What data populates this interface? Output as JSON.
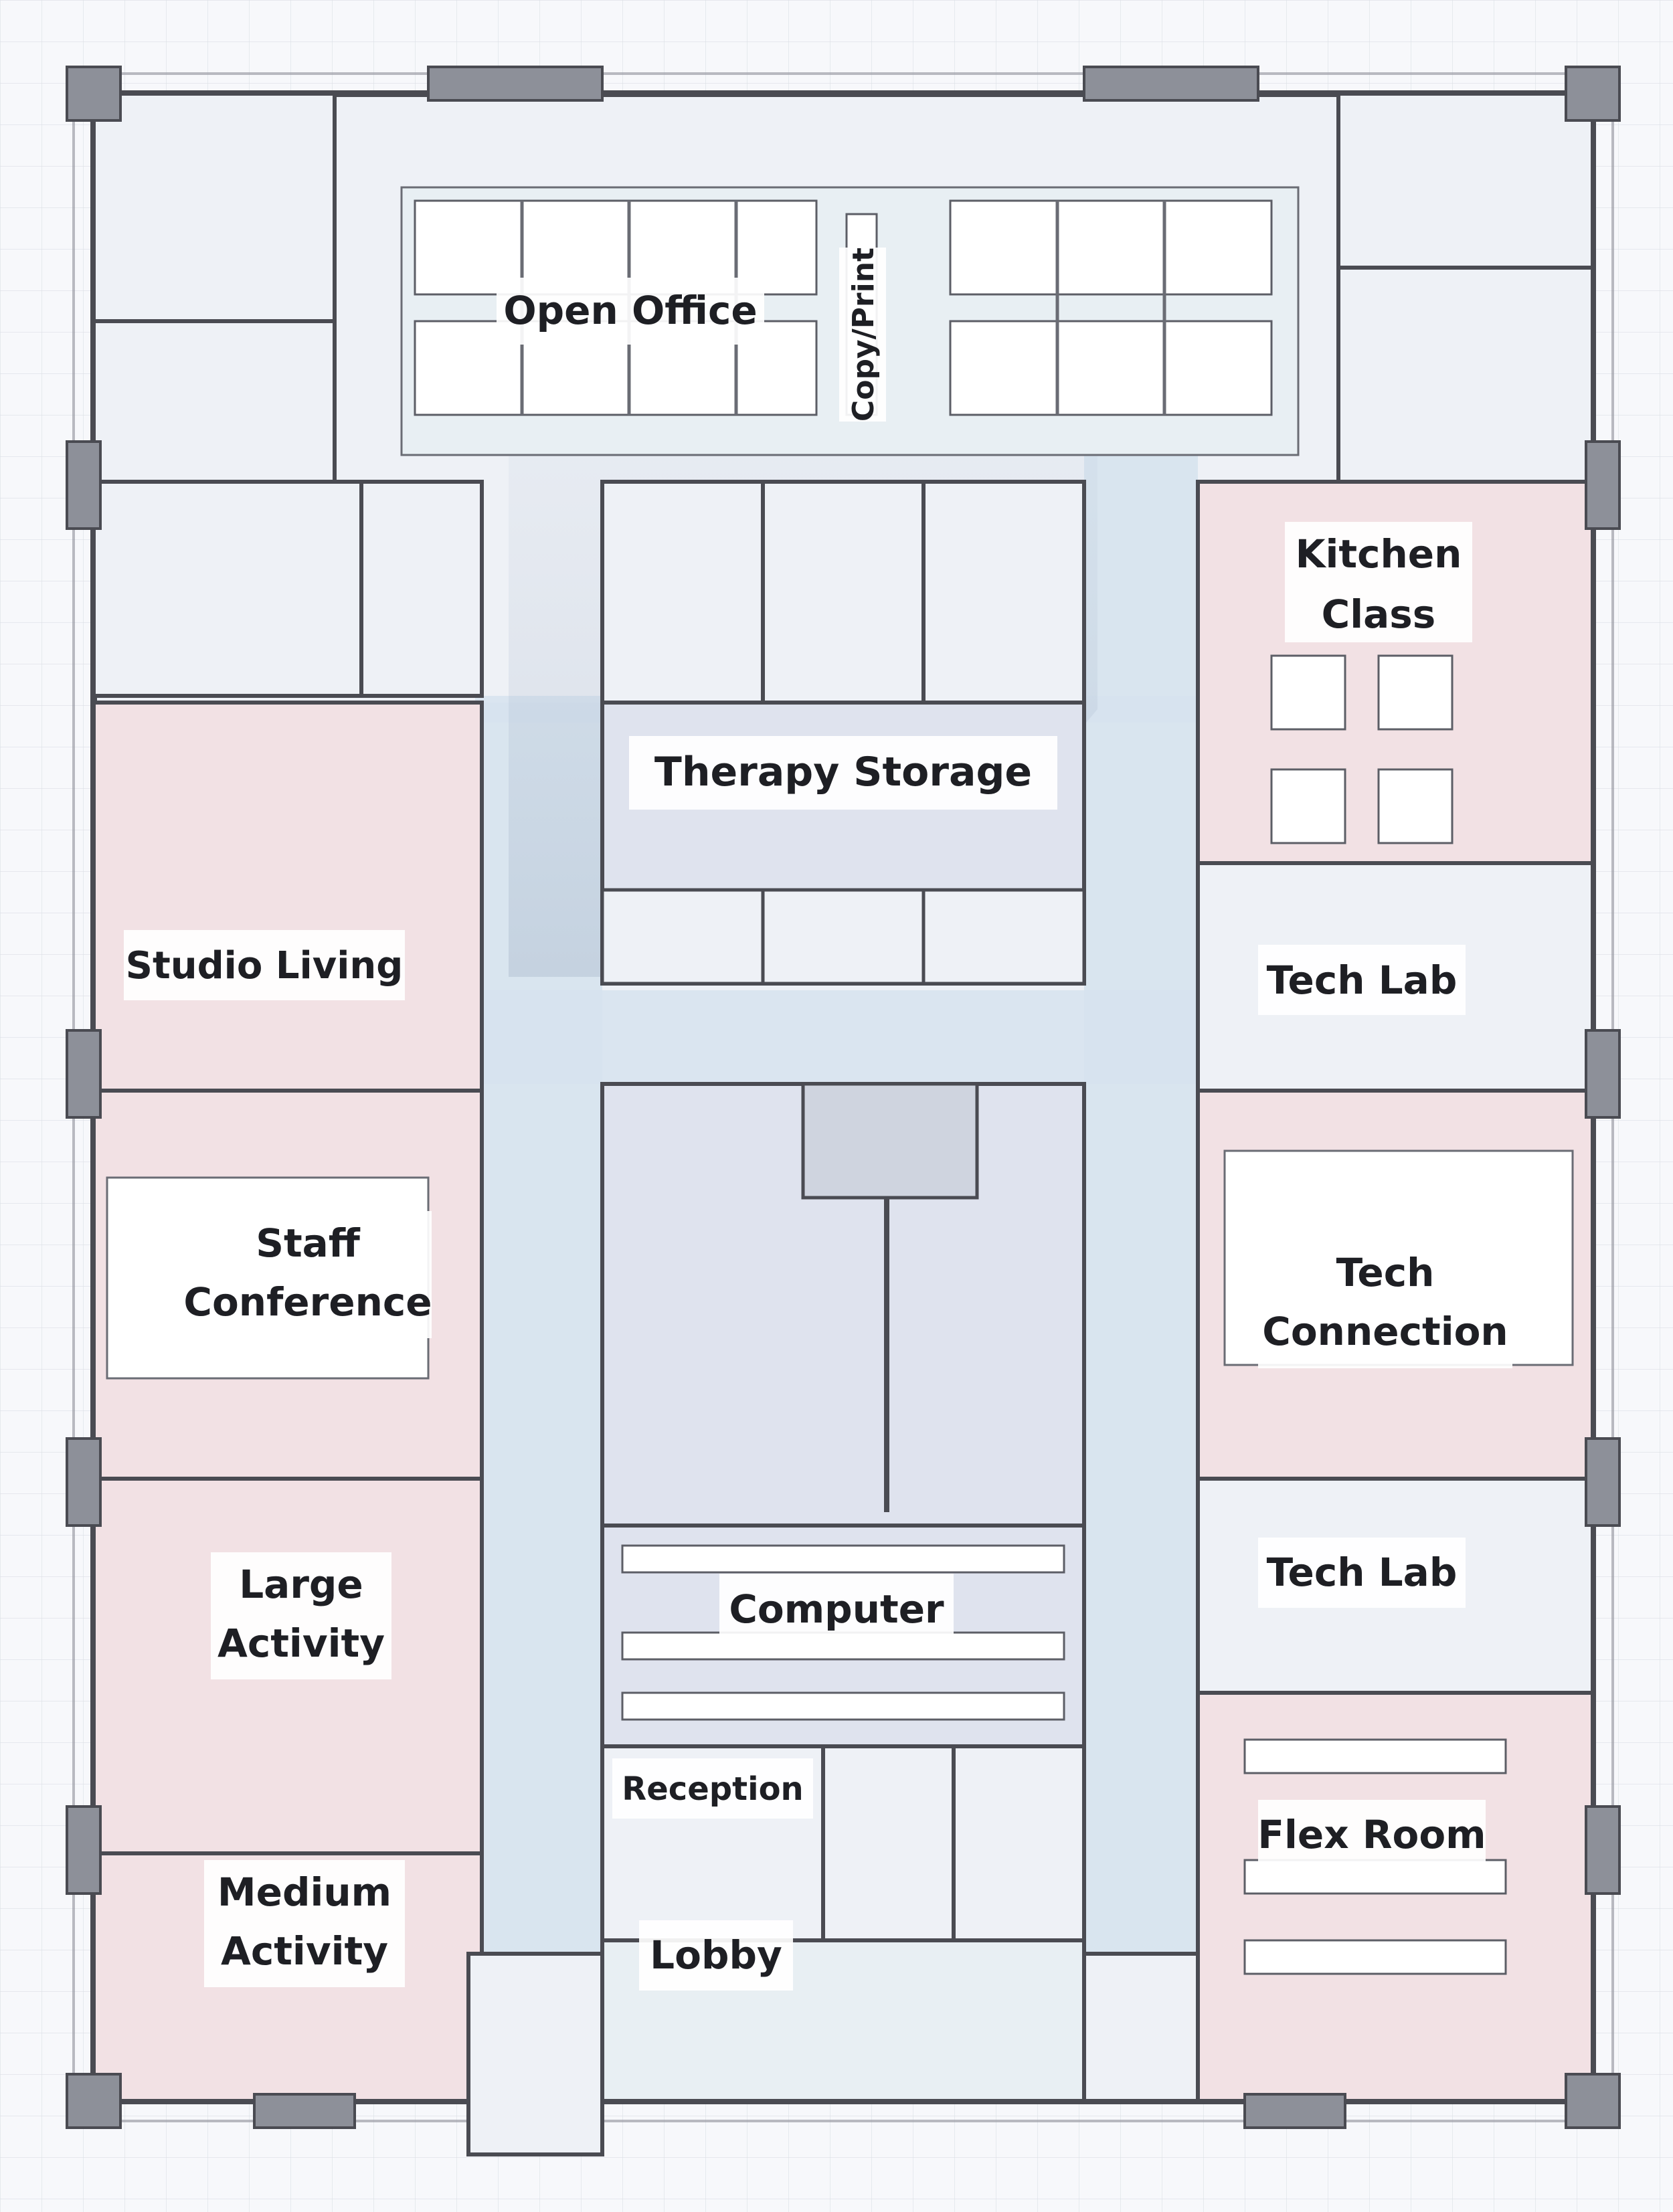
{
  "rooms": {
    "open_office": "Open Office",
    "copy_print": "Copy/Print",
    "kitchen_class": [
      "Kitchen",
      "Class"
    ],
    "therapy_storage": "Therapy Storage",
    "studio_living": "Studio Living",
    "tech_lab_upper": "Tech Lab",
    "staff_conference": [
      "Staff",
      "Conference"
    ],
    "tech_connection": [
      "Tech",
      "Connection"
    ],
    "tech_lab_lower": "Tech Lab",
    "computer": "Computer",
    "large_activity": [
      "Large",
      "Activity"
    ],
    "reception": "Reception",
    "flex_room": "Flex Room",
    "medium_activity": [
      "Medium",
      "Activity"
    ],
    "lobby": "Lobby"
  },
  "colors": {
    "wall": "#4a4b52",
    "wall_fill": "#c9cbd3",
    "floor": "#eef1f6",
    "room_pink": "#f2e1e4",
    "room_blue": "#dfe3ee",
    "shadow": "#b9c6d8",
    "corridor": "#d6e3ee",
    "grid": "#c5c9d2",
    "label_bg": "#ffffff",
    "label_text": "#1e1f24"
  }
}
